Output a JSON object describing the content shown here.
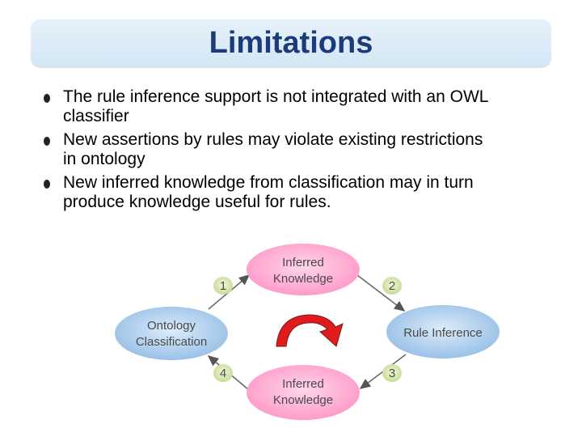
{
  "title": "Limitations",
  "bullets": [
    {
      "line1": "The rule inference support is not integrated with an OWL",
      "line2": "classifier"
    },
    {
      "line1": "New assertions by rules may violate existing restrictions",
      "line2": "in ontology"
    },
    {
      "line1": "New inferred knowledge from classification may in turn",
      "line2": "produce knowledge useful for rules."
    }
  ],
  "diagram": {
    "top_node": {
      "line1": "Inferred",
      "line2": "Knowledge"
    },
    "left_node": {
      "line1": "Ontology",
      "line2": "Classification"
    },
    "right_node": {
      "label": "Rule Inference"
    },
    "bottom_node": {
      "line1": "Inferred",
      "line2": "Knowledge"
    },
    "steps": [
      "1",
      "2",
      "3",
      "4"
    ]
  },
  "colors": {
    "title_text": "#1b3b7a",
    "title_band": "#dbeaf6",
    "knowledge_fill": "#ffa6cf",
    "process_fill": "#a7c9e9",
    "number_fill": "#cfe0a0",
    "cycle_arrow": "#e11b1b"
  }
}
